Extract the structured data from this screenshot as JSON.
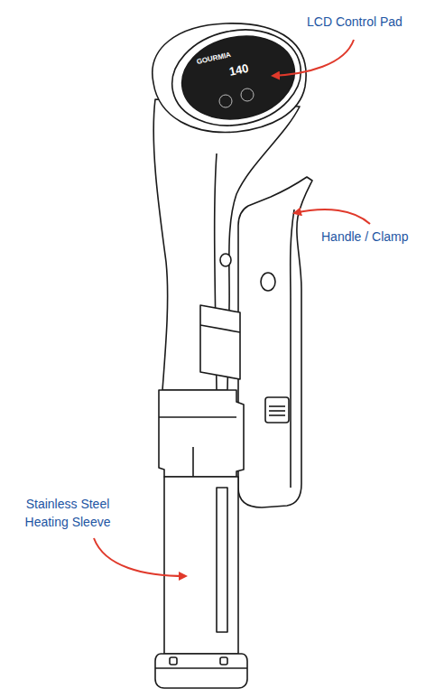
{
  "diagram": {
    "labels": [
      "LCD Control Pad",
      "Handle / Clamp",
      "Stainless Steel Heating Sleeve",
      "GOURMIA",
      "140"
    ]
  }
}
